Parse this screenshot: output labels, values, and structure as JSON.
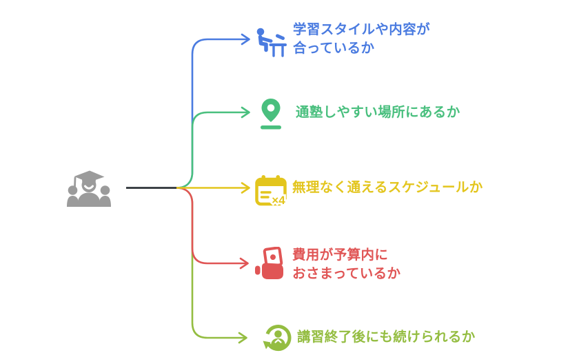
{
  "diagram": {
    "title": "",
    "background": "#ffffff",
    "root": {
      "icon": "students-group-icon",
      "color": "#9b9b9b"
    },
    "trunk_color": "#3d4247",
    "branches": [
      {
        "id": "learning-style",
        "color": "#4a7be0",
        "icon": "student-at-desk-icon",
        "label_lines": [
          "学習スタイルや内容が",
          "合っているか"
        ]
      },
      {
        "id": "location",
        "color": "#49bf7e",
        "icon": "map-pin-icon",
        "label_lines": [
          "通塾しやすい場所にあるか"
        ]
      },
      {
        "id": "schedule",
        "color": "#e3c51d",
        "icon": "calendar-x4-icon",
        "icon_badge": "×4",
        "label_lines": [
          "無理なく通えるスケジュールか"
        ]
      },
      {
        "id": "cost",
        "color": "#e05555",
        "icon": "money-in-hand-icon",
        "label_lines": [
          "費用が予算内に",
          "おさまっているか"
        ]
      },
      {
        "id": "continuation",
        "color": "#94bd41",
        "icon": "person-repeat-icon",
        "label_lines": [
          "講習終了後にも続けられるか"
        ]
      }
    ]
  }
}
